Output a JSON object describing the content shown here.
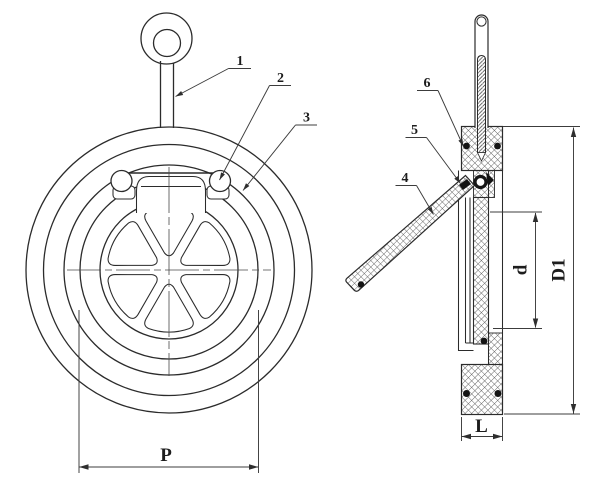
{
  "drawing": {
    "callouts": {
      "c1": "1",
      "c2": "2",
      "c3": "3",
      "c4": "4",
      "c5": "5",
      "c6": "6"
    },
    "dimensions": {
      "p": "P",
      "l": "L",
      "d": "d",
      "d1": "D1"
    },
    "colors": {
      "line": "#2b2b2b",
      "dimension_line": "#3c3c3c",
      "hatch": "#5f5f5f",
      "seal": "#141414",
      "background": "#ffffff"
    }
  }
}
